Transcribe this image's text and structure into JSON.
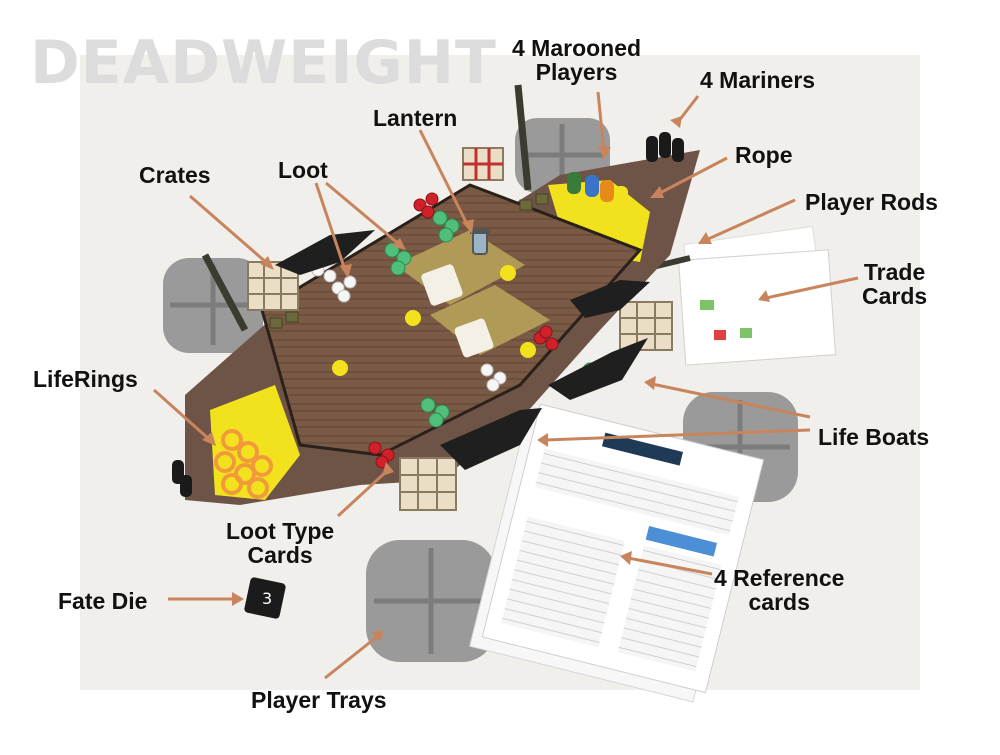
{
  "title": "DEADWEIGHT",
  "labels": {
    "marooned": [
      "4 Marooned",
      "Players"
    ],
    "mariners": "4 Mariners",
    "lantern": "Lantern",
    "loot": "Loot",
    "crates": "Crates",
    "rope": "Rope",
    "player_rods": "Player Rods",
    "trade_cards": [
      "Trade",
      "Cards"
    ],
    "liferings": "LifeRings",
    "life_boats": "Life Boats",
    "loot_type_cards": [
      "Loot Type",
      "Cards"
    ],
    "reference_cards": [
      "4 Reference",
      "cards"
    ],
    "fate_die": "Fate Die",
    "player_trays": "Player Trays"
  },
  "colors": {
    "arrow": "#c8845c",
    "hull": "#6e5446",
    "deck_wood": "#7a5a44",
    "yellow": "#f2e21e",
    "tray_gray": "#9a9a9a",
    "orange_rings": "#f29a3a",
    "green_loot": "#4fbf7a",
    "red_loot": "#d0202a"
  }
}
